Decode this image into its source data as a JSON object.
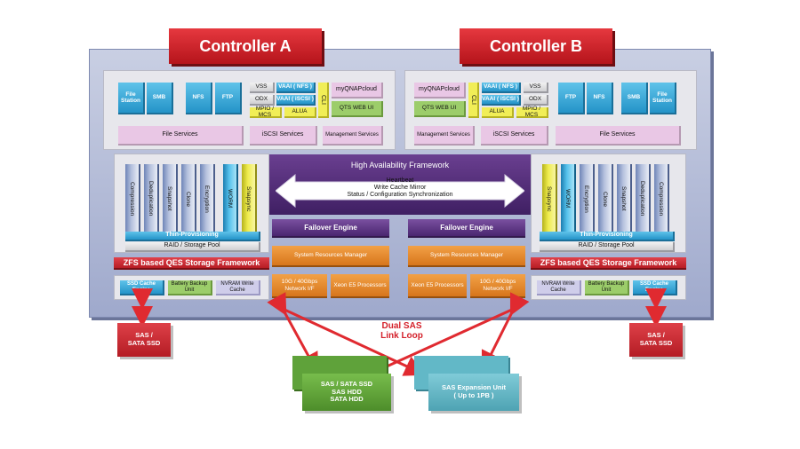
{
  "controller_a": {
    "title": "Controller A",
    "protocols": [
      "File Station",
      "SMB",
      "NFS",
      "FTP"
    ],
    "vss": "VSS",
    "odx": "ODX",
    "mpio": "MPIO / MCS",
    "vaai_nfs": "VAAI ( NFS )",
    "vaai_iscsi": "VAAI ( iSCSI )",
    "alua": "ALUA",
    "cli": "CLI",
    "myqnapcloud": "myQNAPcloud",
    "qts_web_ui": "QTS WEB UI",
    "file_services": "File Services",
    "iscsi_services": "iSCSI Services",
    "management_services": "Management Services",
    "columns": [
      "Compression",
      "Deduplication",
      "Snapshot",
      "Clone",
      "Encryption",
      "WORM",
      "Snapsync"
    ],
    "thin_provisioning": "Thin-Provisioning",
    "raid": "RAID / Storage Pool",
    "zfs": "ZFS based QES Storage Framework",
    "ssd_cache": "SSD Cache Engine",
    "battery": "Battery Backup Unit",
    "nvram": "NVRAM Write Cache",
    "failover": "Failover Engine",
    "srm": "System Resources Manager",
    "network": "10G / 40Gbps Network I/F",
    "xeon": "Xeon E5 Processors",
    "disk": "SAS / SATA SSD"
  },
  "controller_b": {
    "title": "Controller B",
    "protocols": [
      "FTP",
      "NFS",
      "SMB",
      "File Station"
    ],
    "vss": "VSS",
    "odx": "ODX",
    "mpio": "MPIO / MCS",
    "vaai_nfs": "VAAI ( NFS )",
    "vaai_iscsi": "VAAI ( iSCSI )",
    "alua": "ALUA",
    "cli": "CLI",
    "myqnapcloud": "myQNAPcloud",
    "qts_web_ui": "QTS WEB UI",
    "file_services": "File Services",
    "iscsi_services": "iSCSI Services",
    "management_services": "Management Services",
    "columns": [
      "Snapsync",
      "WORM",
      "Encryption",
      "Clone",
      "Snapshot",
      "Deduplication",
      "Compression"
    ],
    "thin_provisioning": "Thin-Provisioning",
    "raid": "RAID / Storage Pool",
    "zfs": "ZFS based QES Storage Framework",
    "nvram": "NVRAM Write Cache",
    "battery": "Battery Backup Unit",
    "ssd_cache": "SSD Cache Engine",
    "failover": "Failover Engine",
    "srm": "System Resources Manager",
    "xeon": "Xeon E5 Processors",
    "network": "10G / 40Gbps Network I/F",
    "disk": "SAS / SATA SSD"
  },
  "ha": {
    "title": "High Availability Framework",
    "line1": "Heartbeat",
    "line2": "Write Cache Mirror",
    "line3": "Status / Configuration Synchronization"
  },
  "link_label_1": "Dual SAS",
  "link_label_2": "Link Loop",
  "storage_green": [
    "SAS / SATA SSD",
    "SAS HDD",
    "SATA HDD"
  ],
  "storage_teal": [
    "SAS Expansion Unit",
    "( Up to 1PB )"
  ],
  "colors": {
    "red": "#cc2229",
    "blue": "#2a9bd0",
    "purple": "#5a3282",
    "orange": "#e2892e",
    "green": "#5fa23a",
    "teal": "#62b8c7"
  }
}
